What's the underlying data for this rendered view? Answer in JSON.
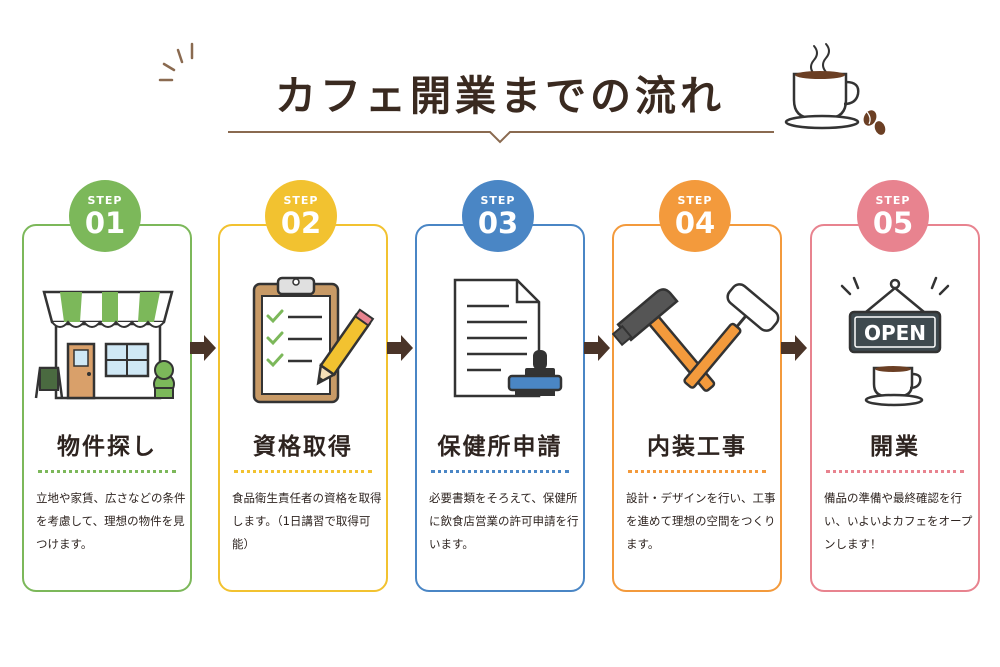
{
  "title": "カフェ開業までの流れ",
  "steps": [
    {
      "label": "STEP",
      "number": "01",
      "title": "物件探し",
      "description": "立地や家賃、広さなどの条件を考慮して、理想の物件を見つけます。",
      "color": "#7cb85a"
    },
    {
      "label": "STEP",
      "number": "02",
      "title": "資格取得",
      "description": "食品衛生責任者の資格を取得します。（1日講習で取得可能）",
      "color": "#f2c230"
    },
    {
      "label": "STEP",
      "number": "03",
      "title": "保健所申請",
      "description": "必要書類をそろえて、保健所に飲食店営業の許可申請を行います。",
      "color": "#4a86c5"
    },
    {
      "label": "STEP",
      "number": "04",
      "title": "内装工事",
      "description": "設計・デザインを行い、工事を進めて理想の空間をつくります。",
      "color": "#f39a3c"
    },
    {
      "label": "STEP",
      "number": "05",
      "title": "開業",
      "description": "備品の準備や最終確認を行い、いよいよカフェをオープンします！",
      "color": "#e8838f"
    }
  ],
  "open_sign": "OPEN",
  "icons": [
    "sparkle-icon",
    "coffee-cup-icon",
    "coffee-bean-icon",
    "storefront-icon",
    "clipboard-checklist-icon",
    "pencil-icon",
    "document-icon",
    "stamp-icon",
    "hammer-icon",
    "paint-roller-icon",
    "open-sign-icon",
    "arrow-right-icon"
  ]
}
